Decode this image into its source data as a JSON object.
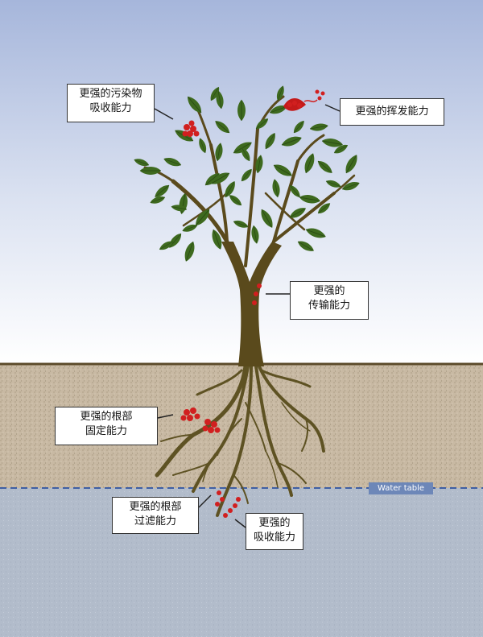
{
  "labels": {
    "pollutant_absorption": {
      "line1": "更强的污染物",
      "line2": "吸收能力"
    },
    "volatilization": {
      "line1": "更强的挥发能力"
    },
    "transport": {
      "line1": "更强的",
      "line2": "传输能力"
    },
    "root_fixation": {
      "line1": "更强的根部",
      "line2": "固定能力"
    },
    "root_filtration": {
      "line1": "更强的根部",
      "line2": "过滤能力"
    },
    "absorption": {
      "line1": "更强的",
      "line2": "吸收能力"
    }
  },
  "water_table_label": "Water table",
  "colors": {
    "sky_top": "#a9b8dc",
    "sky_bottom": "#ffffff",
    "soil": "#c9b9a3",
    "soil_surface": "#5b4a2a",
    "groundwater": "#b3bdcb",
    "water_table_line": "#3f5fa3",
    "leaf": "#3e6a1f",
    "leaf_dark": "#2b4d14",
    "trunk": "#5a4a1c",
    "root": "#5e5223",
    "pollutant_dot": "#d11f1f"
  }
}
